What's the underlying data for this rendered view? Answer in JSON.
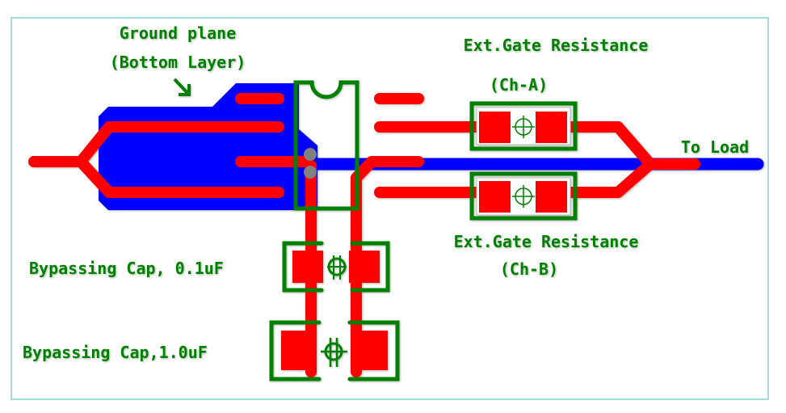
{
  "labels": {
    "ground_plane": "Ground plane",
    "bottom_layer": "(Bottom Layer)",
    "ext_gate_a": "Ext.Gate Resistance",
    "ch_a": "(Ch-A)",
    "to_load": "To Load",
    "ext_gate_b": "Ext.Gate Resistance",
    "ch_b": "(Ch-B)",
    "cap_small": "Bypassing Cap, 0.1uF",
    "cap_large": "Bypassing Cap,1.0uF"
  },
  "colors": {
    "top_copper": "#ff0000",
    "bottom_copper": "#0000ff",
    "silkscreen": "#008000",
    "via": "#808080",
    "frame": "#a8d8e6"
  }
}
